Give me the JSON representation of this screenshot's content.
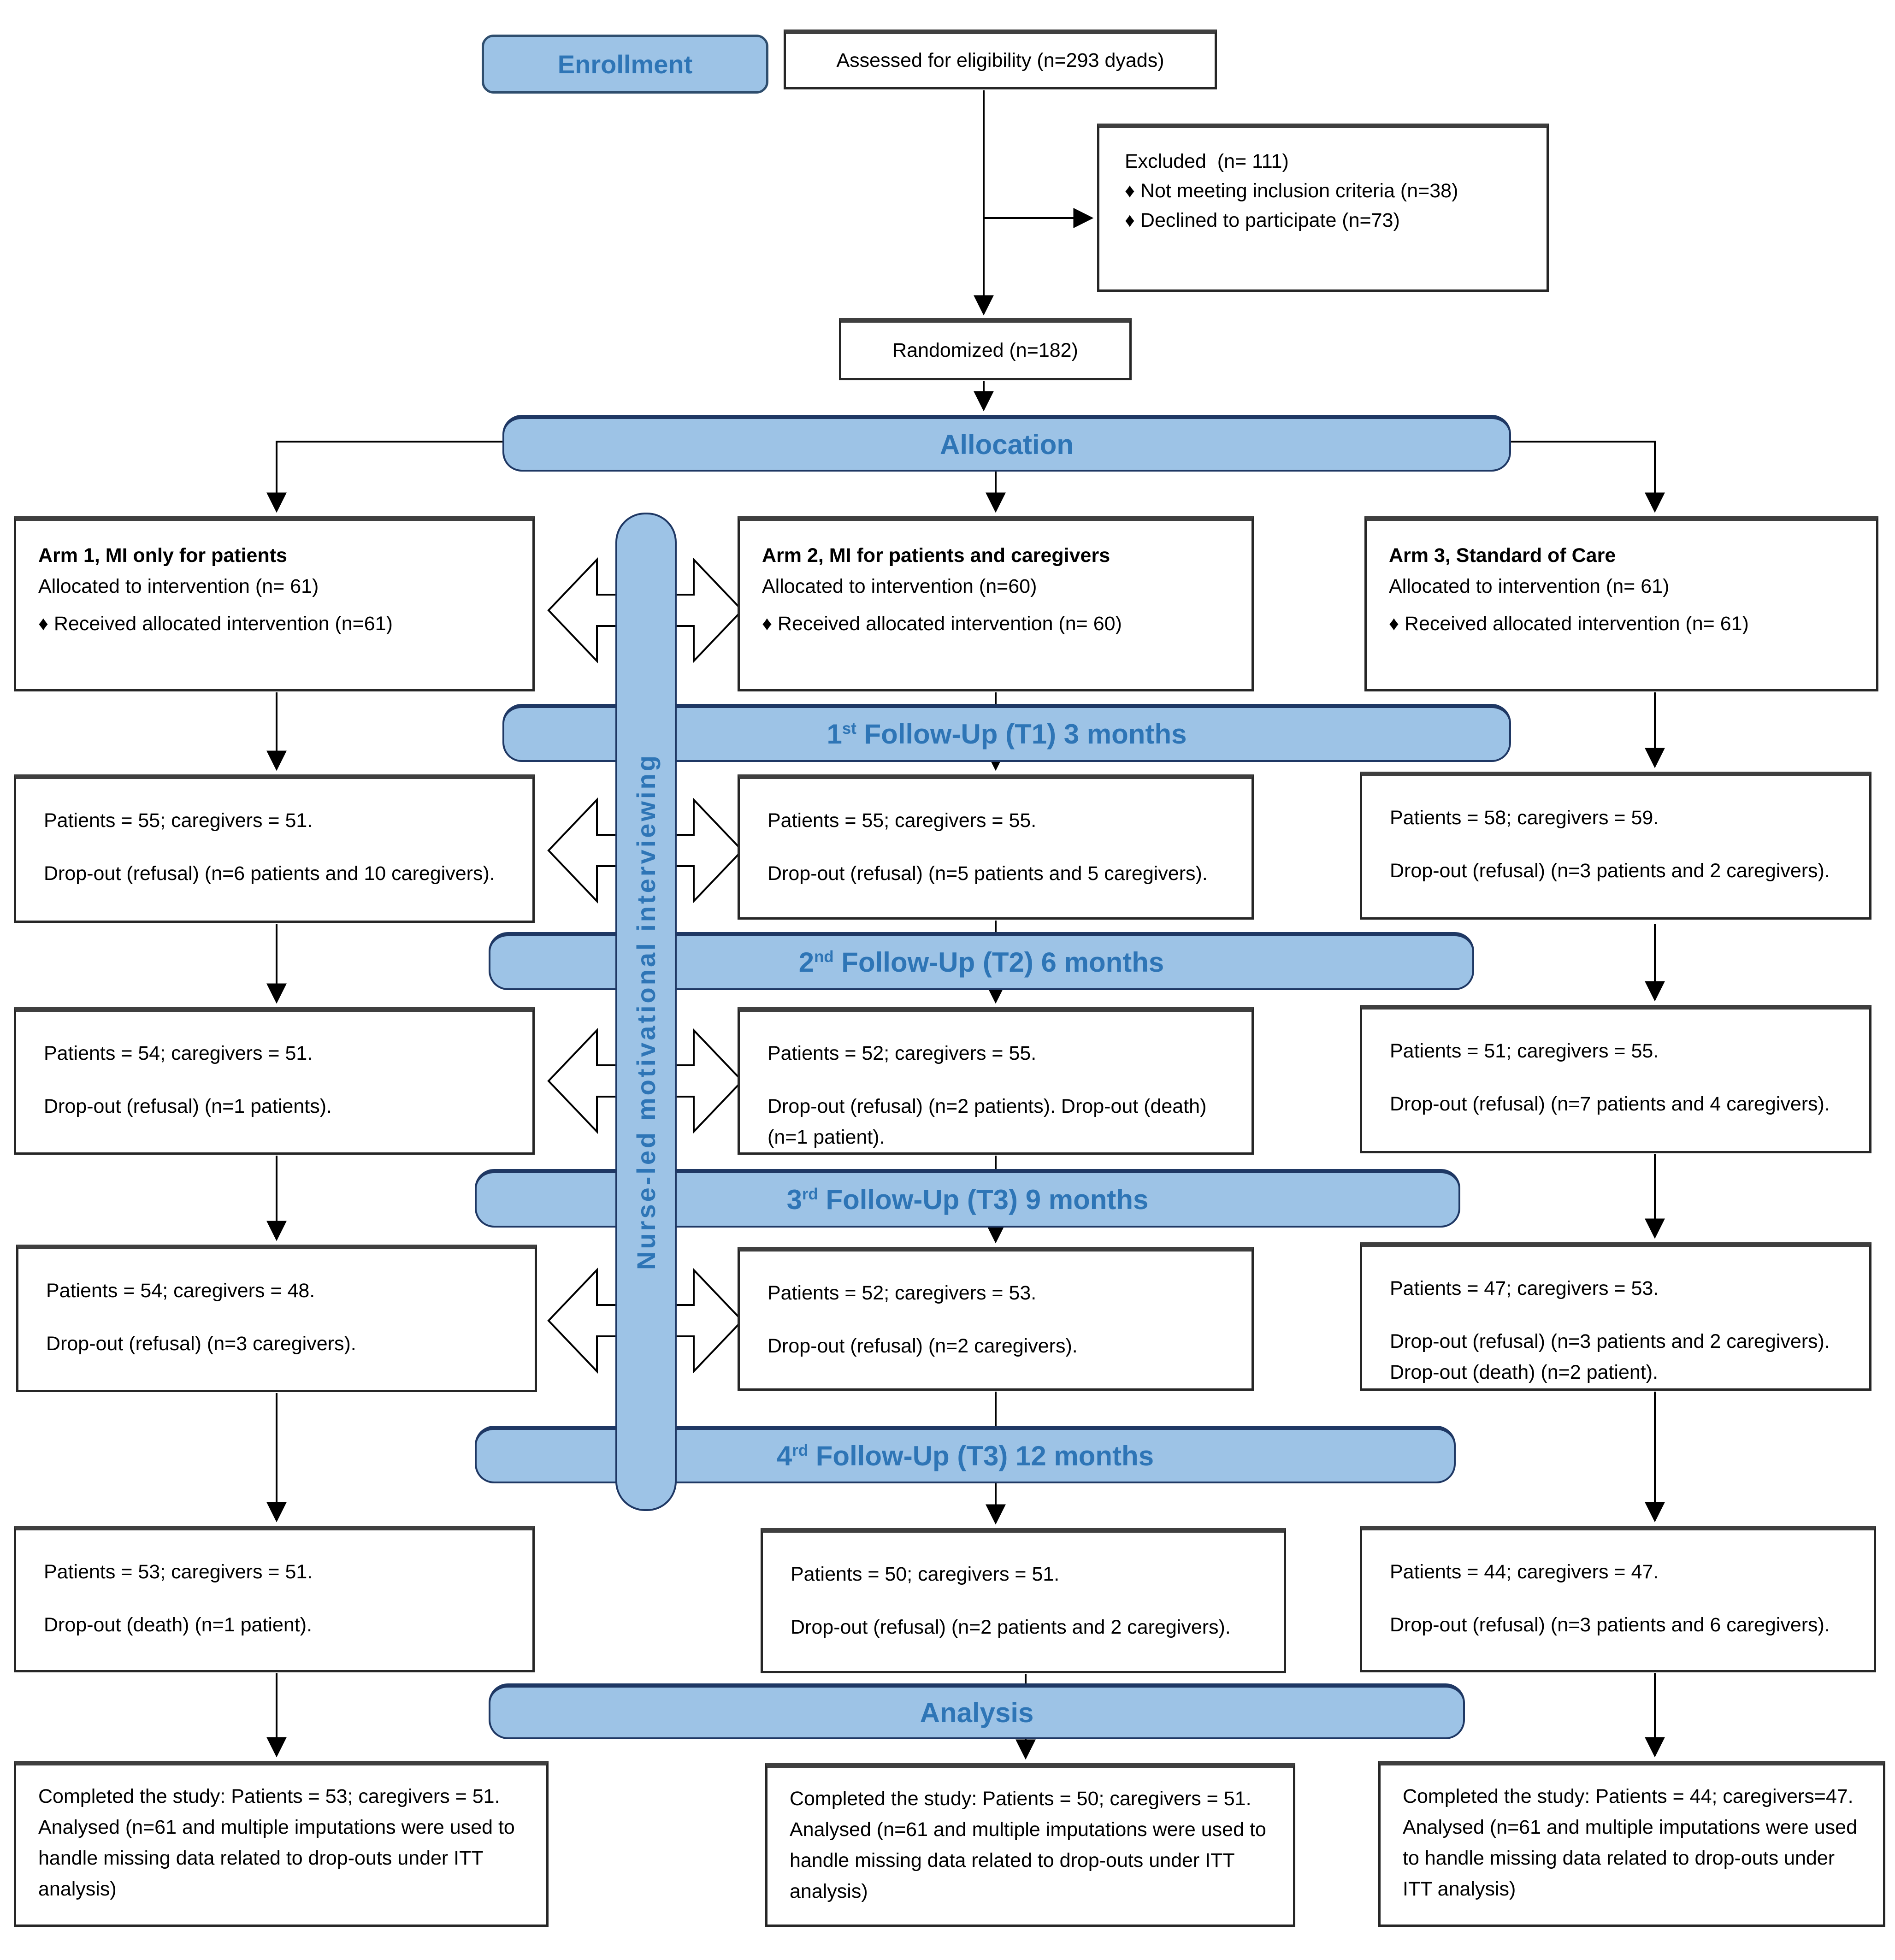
{
  "colors": {
    "bar_fill": "#9DC3E6",
    "bar_border": "#1F3864",
    "bar_text": "#2E75B6"
  },
  "enrollment": {
    "label": "Enrollment"
  },
  "assessed": {
    "text": "Assessed for eligibility (n=293 dyads)"
  },
  "excluded": {
    "title": "Excluded  (n= 111)",
    "bullets": [
      "♦  Not meeting inclusion criteria (n=38)",
      "♦  Declined to participate (n=73)"
    ]
  },
  "randomized": {
    "text": "Randomized (n=182)"
  },
  "allocation": {
    "label": "Allocation"
  },
  "nurse_bar": {
    "label": "Nurse-led motivational interviewing"
  },
  "arms": [
    {
      "title": "Arm 1, MI only for patients",
      "allocated": "Allocated to intervention (n= 61)",
      "received": "♦ Received allocated intervention (n=61)"
    },
    {
      "title": "Arm 2, MI for patients and caregivers",
      "allocated": "Allocated to intervention (n=60)",
      "received": "♦ Received allocated intervention (n= 60)"
    },
    {
      "title": "Arm 3, Standard of Care",
      "allocated": "Allocated to intervention (n= 61)",
      "received": "♦ Received allocated intervention (n= 61)"
    }
  ],
  "followups": [
    {
      "label": {
        "num": "1",
        "sup": "st",
        "rest": " Follow-Up (T1) 3 months"
      },
      "arm1": {
        "counts": "Patients = 55; caregivers = 51.",
        "dropout": "Drop-out (refusal) (n=6 patients and 10 caregivers)."
      },
      "arm2": {
        "counts": "Patients = 55; caregivers = 55.",
        "dropout": "Drop-out (refusal) (n=5 patients and 5 caregivers)."
      },
      "arm3": {
        "counts": "Patients = 58; caregivers = 59.",
        "dropout": "Drop-out (refusal) (n=3 patients and 2 caregivers)."
      }
    },
    {
      "label": {
        "num": "2",
        "sup": "nd",
        "rest": " Follow-Up (T2) 6 months"
      },
      "arm1": {
        "counts": "Patients = 54; caregivers = 51.",
        "dropout": "Drop-out (refusal) (n=1 patients)."
      },
      "arm2": {
        "counts": "Patients = 52; caregivers = 55.",
        "dropout": "Drop-out (refusal) (n=2 patients). Drop-out (death) (n=1 patient)."
      },
      "arm3": {
        "counts": "Patients = 51; caregivers = 55.",
        "dropout": "Drop-out (refusal) (n=7 patients and 4 caregivers)."
      }
    },
    {
      "label": {
        "num": "3",
        "sup": "rd",
        "rest": " Follow-Up (T3) 9 months"
      },
      "arm1": {
        "counts": "Patients = 54; caregivers = 48.",
        "dropout": "Drop-out (refusal) (n=3 caregivers)."
      },
      "arm2": {
        "counts": "Patients = 52; caregivers = 53.",
        "dropout": "Drop-out (refusal) (n=2 caregivers)."
      },
      "arm3": {
        "counts": "Patients = 47; caregivers = 53.",
        "dropout": "Drop-out (refusal) (n=3 patients and 2 caregivers). Drop-out (death) (n=2 patient)."
      }
    },
    {
      "label": {
        "num": "4",
        "sup": "rd",
        "rest": " Follow-Up (T3) 12 months"
      },
      "arm1": {
        "counts": "Patients = 53; caregivers = 51.",
        "dropout": "Drop-out (death) (n=1 patient)."
      },
      "arm2": {
        "counts": "Patients = 50; caregivers = 51.",
        "dropout": "Drop-out (refusal) (n=2 patients and 2 caregivers)."
      },
      "arm3": {
        "counts": "Patients = 44; caregivers = 47.",
        "dropout": "Drop-out (refusal) (n=3 patients and 6 caregivers)."
      }
    }
  ],
  "analysis": {
    "label": "Analysis",
    "arm1": "Completed the study: Patients = 53; caregivers = 51. Analysed (n=61 and multiple imputations were used to handle missing data related to drop-outs under ITT analysis)",
    "arm2": "Completed the study: Patients = 50; caregivers = 51. Analysed (n=61 and multiple imputations were used to handle missing data related to drop-outs under ITT analysis)",
    "arm3": "Completed the study: Patients = 44; caregivers=47. Analysed (n=61 and multiple imputations were used to handle missing data related to drop-outs under ITT analysis)"
  }
}
